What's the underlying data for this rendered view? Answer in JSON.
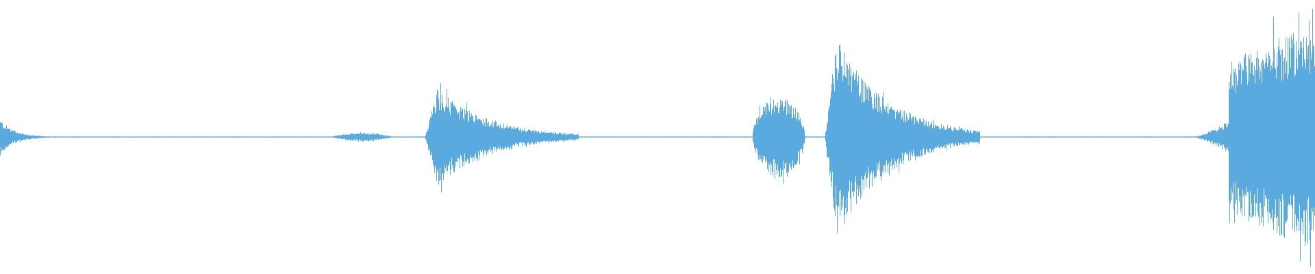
{
  "waveform": {
    "color": "#5aaae0",
    "background": "#ffffff",
    "segments": [
      {
        "start": 0.0,
        "end": 0.045,
        "peak": 0.16,
        "shape": "decay"
      },
      {
        "start": 0.25,
        "end": 0.3,
        "peak": 0.04,
        "shape": "bump"
      },
      {
        "start": 0.323,
        "end": 0.44,
        "peak": 0.45,
        "shape": "attack-decay"
      },
      {
        "start": 0.572,
        "end": 0.612,
        "peak": 0.37,
        "shape": "round"
      },
      {
        "start": 0.627,
        "end": 0.745,
        "peak": 0.9,
        "shape": "attack-decay"
      },
      {
        "start": 0.905,
        "end": 1.0,
        "peak": 1.0,
        "shape": "rise"
      }
    ],
    "noise_floor": 0.005
  }
}
